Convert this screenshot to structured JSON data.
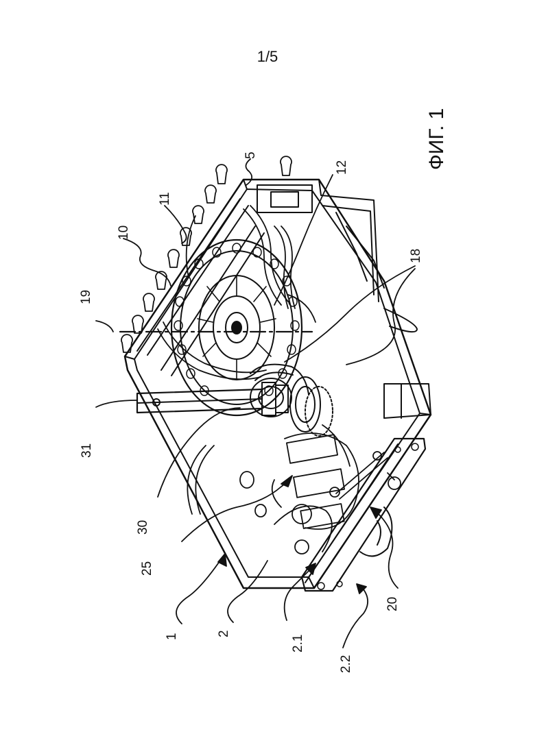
{
  "sheet": {
    "page_number": "1/5",
    "figure_caption": "ФИГ. 1"
  },
  "labels": {
    "l1": "1",
    "l2": "2",
    "l2_1": "2.1",
    "l2_2": "2.2",
    "l5": "5",
    "l10": "10",
    "l11": "11",
    "l12": "12",
    "l18": "18",
    "l19": "19",
    "l20": "20",
    "l25": "25",
    "l30": "30",
    "l31": "31"
  }
}
